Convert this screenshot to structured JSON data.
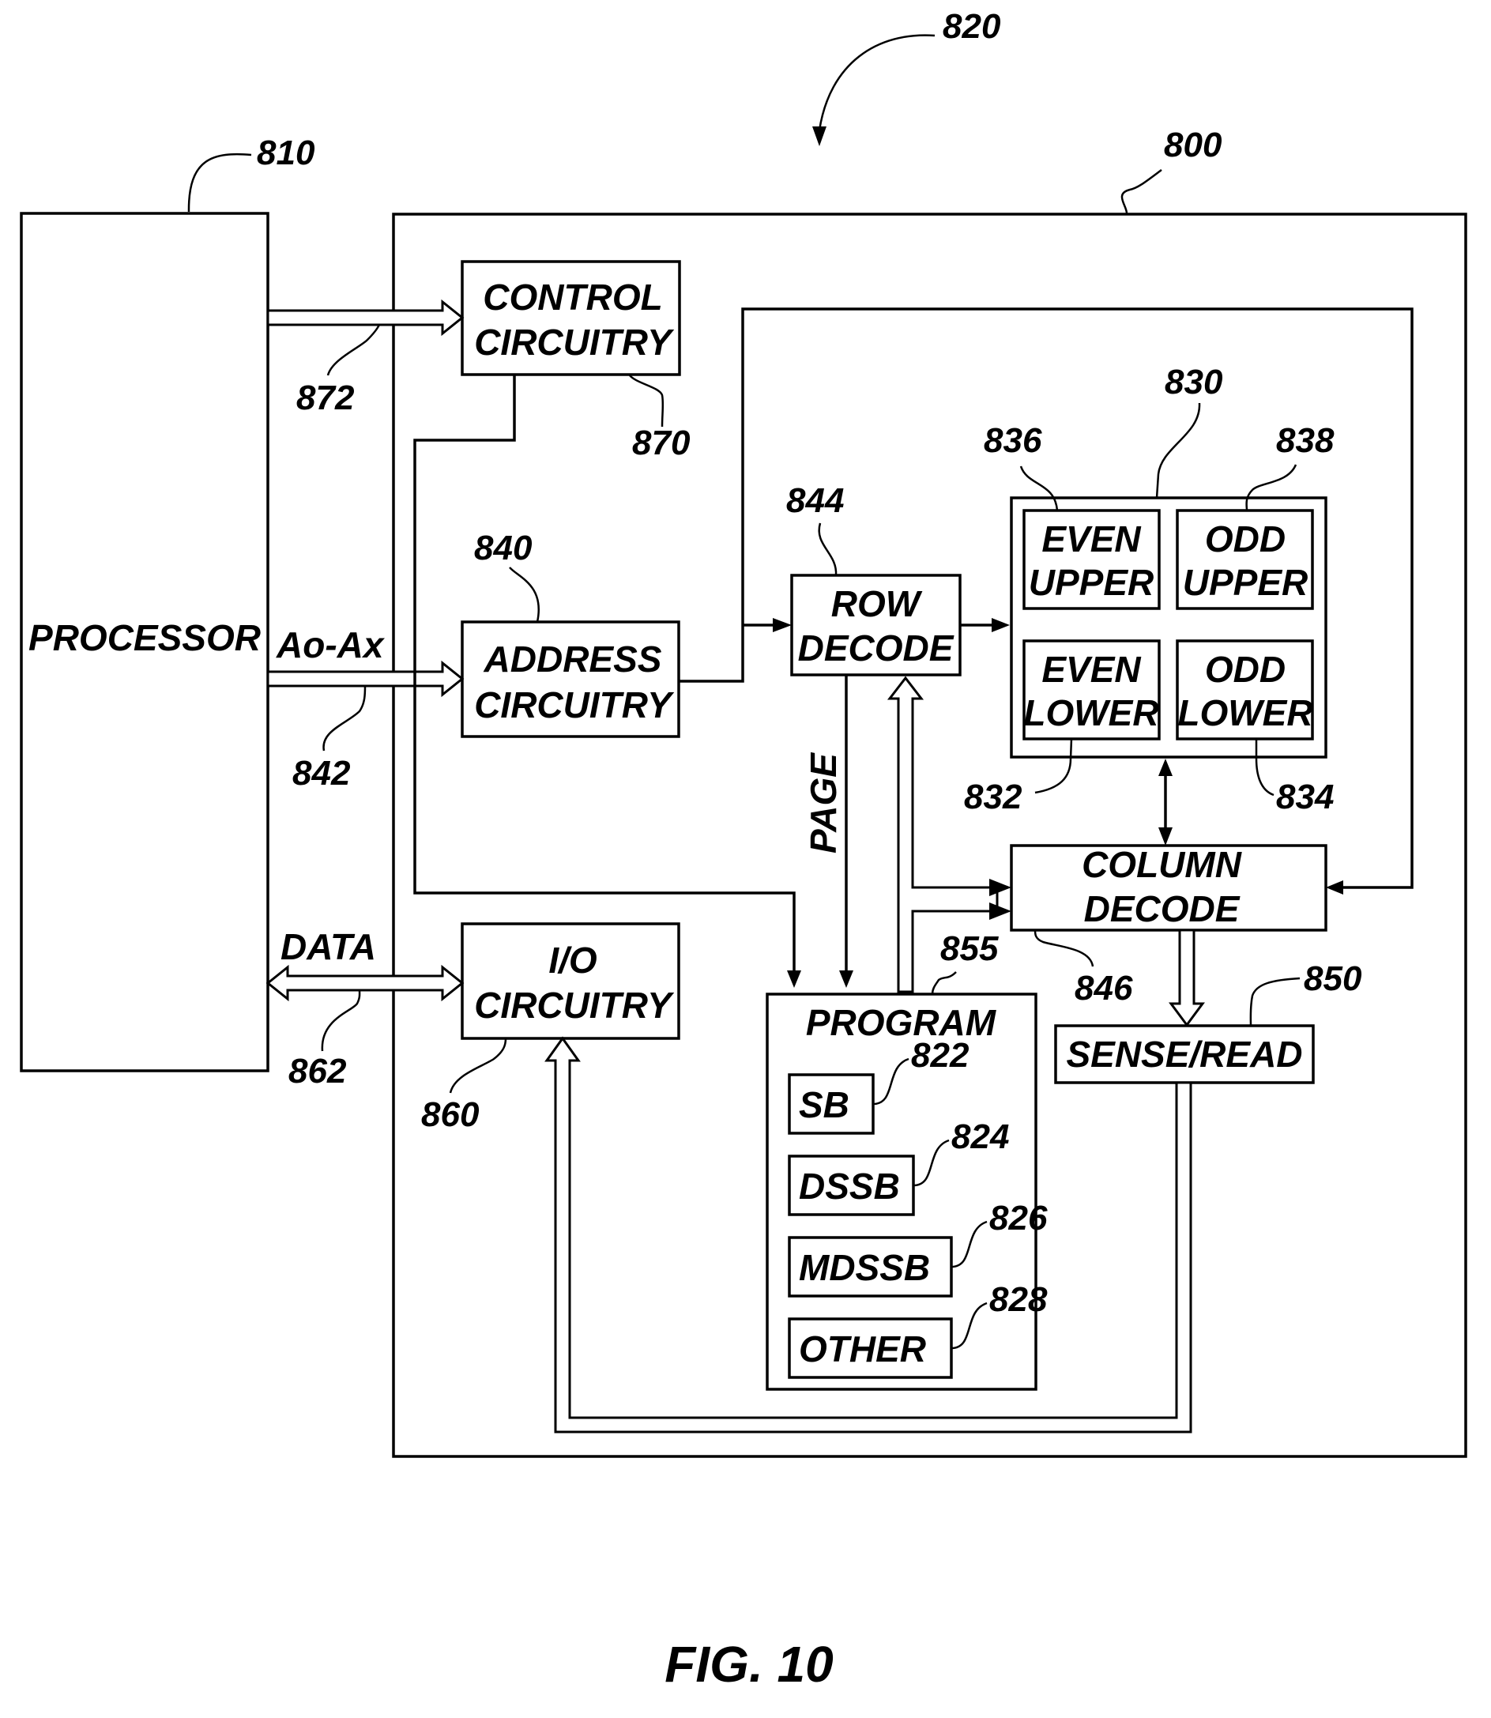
{
  "figure": {
    "caption": "FIG. 10",
    "system_ref": "820",
    "processor": {
      "label": "PROCESSOR",
      "ref": "810"
    },
    "memory_device": {
      "ref": "800"
    },
    "control": {
      "line1": "CONTROL",
      "line2": "CIRCUITRY",
      "ref": "870",
      "bus_ref": "872"
    },
    "address": {
      "line1": "ADDRESS",
      "line2": "CIRCUITRY",
      "ref": "840",
      "bus_label": "Ao-Ax",
      "bus_ref": "842"
    },
    "io": {
      "line1": "I/O",
      "line2": "CIRCUITRY",
      "ref": "860",
      "bus_label": "DATA",
      "bus_ref": "862"
    },
    "row_decode": {
      "line1": "ROW",
      "line2": "DECODE",
      "ref": "844"
    },
    "page_label": "PAGE",
    "array": {
      "ref": "830",
      "even_upper": {
        "line1": "EVEN",
        "line2": "UPPER",
        "ref": "836"
      },
      "odd_upper": {
        "line1": "ODD",
        "line2": "UPPER",
        "ref": "838"
      },
      "even_lower": {
        "line1": "EVEN",
        "line2": "LOWER",
        "ref": "832"
      },
      "odd_lower": {
        "line1": "ODD",
        "line2": "LOWER",
        "ref": "834"
      }
    },
    "column_decode": {
      "line1": "COLUMN",
      "line2": "DECODE",
      "ref": "846"
    },
    "sense_read": {
      "label": "SENSE/READ",
      "ref": "850"
    },
    "program": {
      "label": "PROGRAM",
      "ref": "855",
      "items": [
        {
          "label": "SB",
          "ref": "822"
        },
        {
          "label": "DSSB",
          "ref": "824"
        },
        {
          "label": "MDSSB",
          "ref": "826"
        },
        {
          "label": "OTHER",
          "ref": "828"
        }
      ]
    }
  }
}
